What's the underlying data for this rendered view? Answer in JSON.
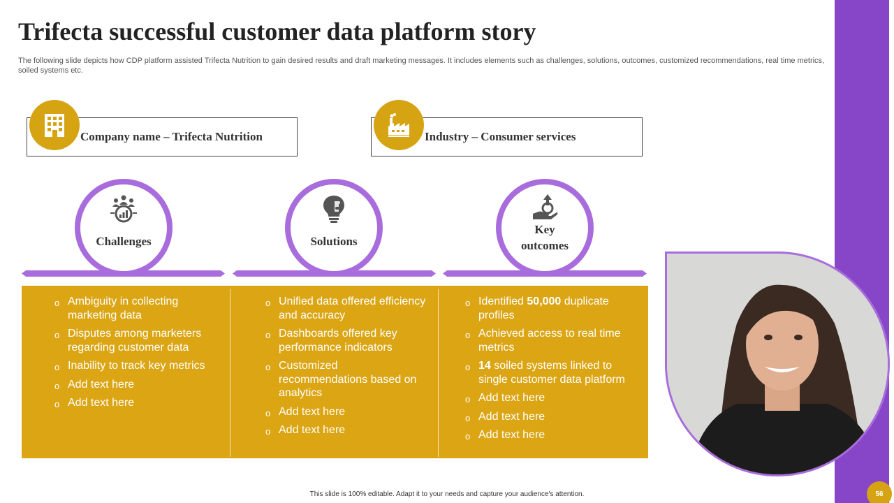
{
  "slide": {
    "title": "Trifecta successful customer data platform story",
    "subtitle": "The following slide depicts how CDP platform assisted Trifecta Nutrition to gain desired results and draft marketing messages. It includes elements such as challenges, solutions, outcomes, customized recommendations, real time metrics, soiled systems etc."
  },
  "company": {
    "label": "Company name – Trifecta Nutrition",
    "icon": "building-icon"
  },
  "industry": {
    "label": "Industry – Consumer services",
    "icon": "factory-icon"
  },
  "columns": [
    {
      "heading": "Challenges",
      "icon": "team-analytics-icon",
      "items": [
        "Ambiguity in collecting marketing data",
        "Disputes among marketers regarding customer data",
        "Inability to track key metrics",
        "Add text here",
        "Add text here"
      ]
    },
    {
      "heading": "Solutions",
      "icon": "lightbulb-puzzle-icon",
      "items": [
        "Unified data offered efficiency and accuracy",
        "Dashboards offered key performance indicators",
        "Customized recommendations based on analytics",
        "Add text here",
        "Add text here"
      ]
    },
    {
      "heading_line1": "Key",
      "heading_line2": "outcomes",
      "icon": "growth-hand-icon",
      "items": [
        {
          "prefix": "Identified ",
          "bold": "50,000",
          "suffix": " duplicate profiles"
        },
        "Achieved access to real time metrics",
        {
          "prefix": "",
          "bold": "14",
          "suffix": " soiled systems linked to single customer data platform"
        },
        "Add text here",
        "Add text here",
        "Add text here"
      ]
    }
  ],
  "footer": {
    "text": "This slide is 100% editable. Adapt it to your needs and capture your audience's attention.",
    "page": "56"
  },
  "colors": {
    "accent_purple": "#8746c8",
    "ring_purple": "#a86cdc",
    "gold": "#dba514"
  }
}
